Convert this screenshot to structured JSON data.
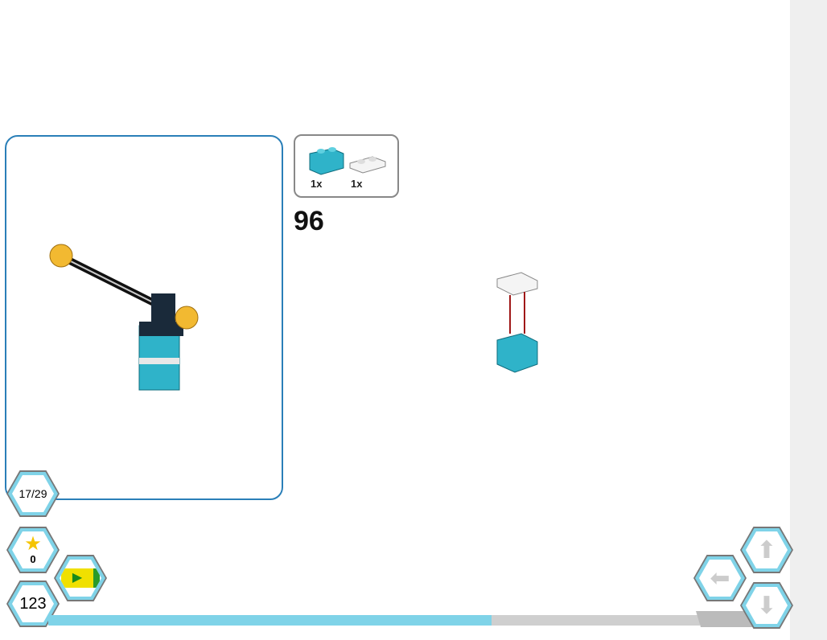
{
  "step": {
    "number": "96"
  },
  "parts": [
    {
      "name": "teal-brick-1x2",
      "qty": "1x"
    },
    {
      "name": "white-plate-1x2",
      "qty": "1x"
    }
  ],
  "hud": {
    "pages": "17/29",
    "stars": "0",
    "counter": "123"
  },
  "progress": {
    "fraction": 0.68
  },
  "colors": {
    "accent": "#7fd3e8",
    "frame": "#2a7fb8",
    "teal": "#2fb3c9"
  }
}
